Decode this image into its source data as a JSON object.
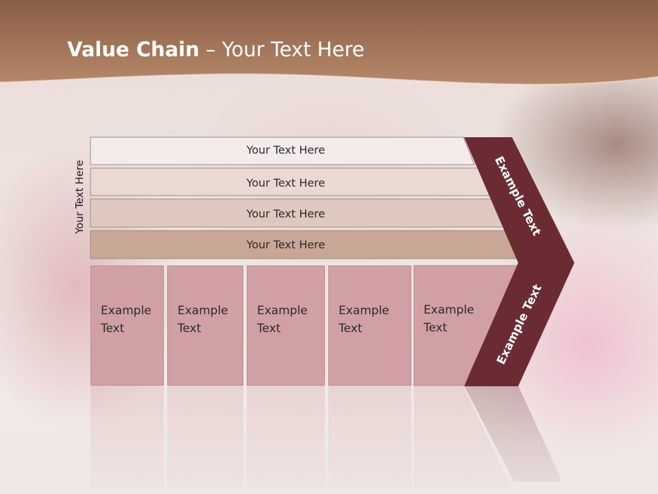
{
  "slide": {
    "title_bold": "Value Chain",
    "title_rest": " – Your Text Here",
    "side_label": "Your Text Here",
    "bars": [
      {
        "label": "Your Text Here"
      },
      {
        "label": "Your Text Here"
      },
      {
        "label": "Your Text Here"
      },
      {
        "label": "Your Text Here"
      }
    ],
    "boxes": [
      {
        "label": "Example Text"
      },
      {
        "label": "Example Text"
      },
      {
        "label": "Example Text"
      },
      {
        "label": "Example Text"
      },
      {
        "label": "Example Text"
      }
    ],
    "chevron_top": "Example Text",
    "chevron_bottom": "Example Text",
    "colors": {
      "header": "#a87a5e",
      "chevron": "#6a2c32",
      "box": "#d1a0a4",
      "bar1": "#f3ecea",
      "bar2": "#ead9d3",
      "bar3": "#dfc8bf",
      "bar4": "#c9a796"
    }
  }
}
